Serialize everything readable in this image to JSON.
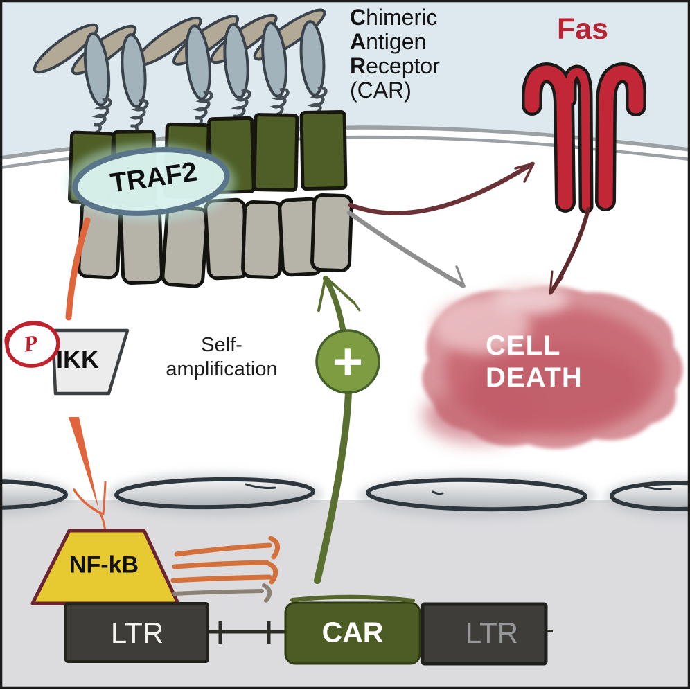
{
  "diagram": {
    "extracellular": {
      "car_title": {
        "word1_initial": "C",
        "word1_rest": "himeric",
        "word2_initial": "A",
        "word2_rest": "ntigen",
        "word3_initial": "R",
        "word3_rest": "eceptor",
        "abbrev": "(CAR)"
      },
      "fas_label": "Fas"
    },
    "car_complex": {
      "traf2_label": "TRAF2"
    },
    "cytoplasm": {
      "ikk_label": "IKK",
      "phospho_label": "P",
      "self_amplification_line1": "Self-",
      "self_amplification_line2": "amplification",
      "plus_label": "+",
      "cell_death_line1": "CELL",
      "cell_death_line2": "DEATH"
    },
    "nucleus": {
      "nfkb_label": "NF-kB",
      "ltr_left_label": "LTR",
      "car_gene_label": "CAR",
      "ltr_right_label": "LTR"
    },
    "colors": {
      "extracellular_bg": "#dde8ef",
      "cytoplasm_bg": "#ffffff",
      "nucleus_bg": "#dcdcde",
      "membrane_gray": "#9aa0a3",
      "fas_red": "#c22737",
      "fas_text_red": "#b82433",
      "car_green": "#4e5e26",
      "gray_domain": "#b6b3a9",
      "antigen_tan": "#b2aa97",
      "antigen_blue_gray": "#a3b3bb",
      "traf2_fill": "#d8f1ec",
      "traf2_ring": "#5a7589",
      "orange_arrow": "#e0643c",
      "transcript_orange": "#d4703a",
      "transcript_gray": "#8b8275",
      "maroon_arrow": "#6a3237",
      "gray_arrow": "#8e8e8e",
      "green_arrow": "#5a7030",
      "plus_circle_green": "#7e9c42",
      "nfkb_yellow": "#e7ca31",
      "nfkb_border": "#6b2430",
      "ltr_box": "#3e3d3a",
      "ikk_fill": "#ececec",
      "phospho_red": "#c0202c",
      "cell_death_rose": "#c96b74"
    }
  }
}
